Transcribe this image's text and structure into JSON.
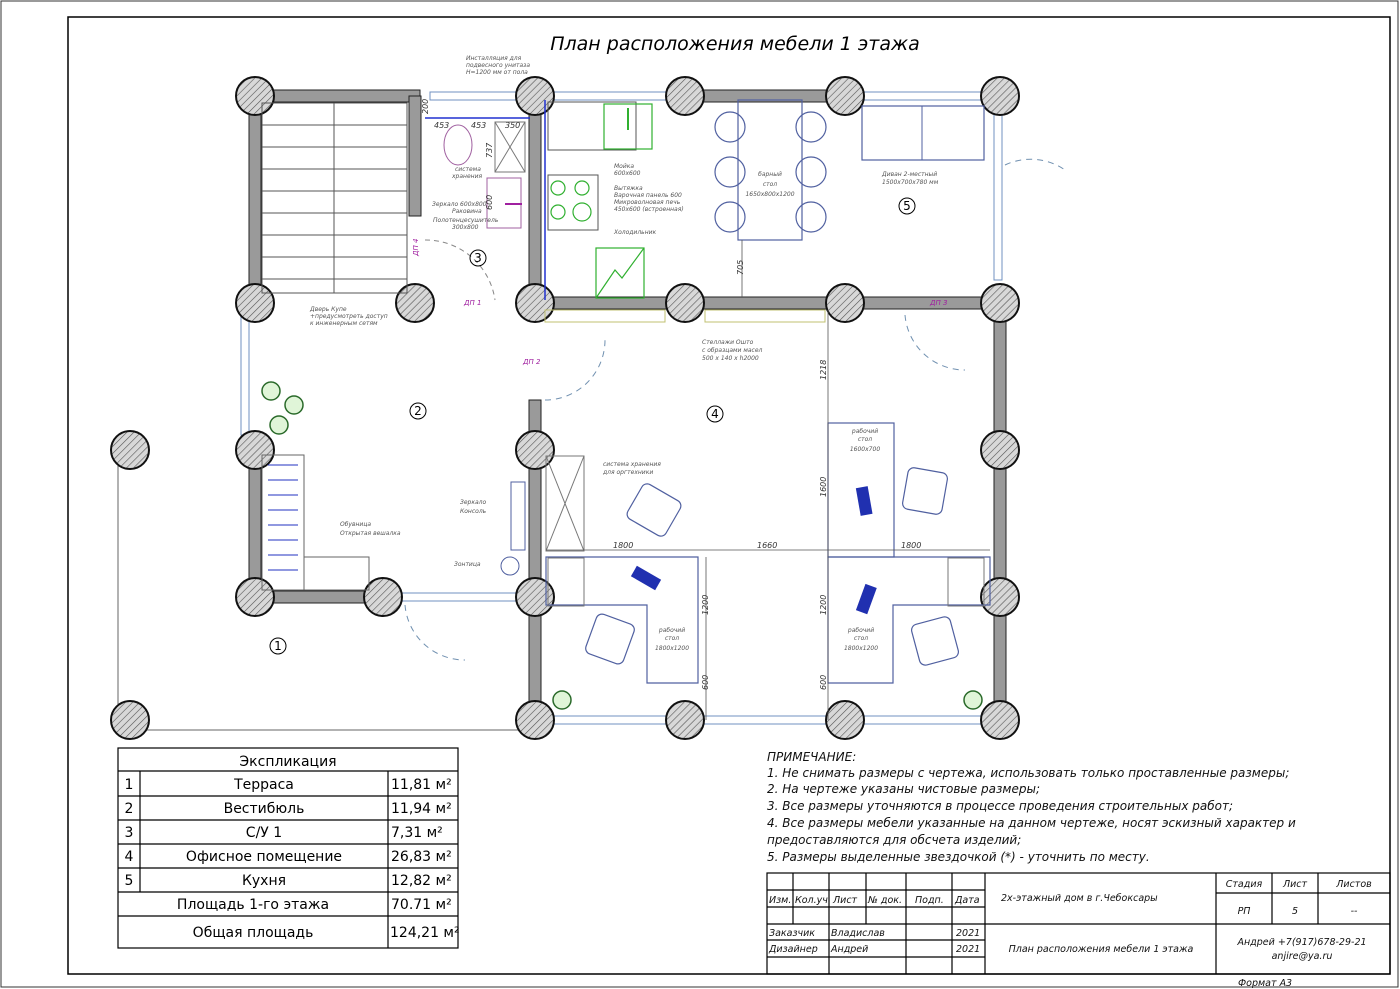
{
  "title": "План расположения мебели 1 этажа",
  "rooms": [
    {
      "num": "1"
    },
    {
      "num": "2"
    },
    {
      "num": "3"
    },
    {
      "num": "4"
    },
    {
      "num": "5"
    }
  ],
  "labels": {
    "installation": [
      "Инсталляция для",
      "подвесного унитаза",
      "Н=1200 мм от пола"
    ],
    "storage_bath": [
      "система",
      "хранения"
    ],
    "mirror_bath": [
      "Зеркало 600х800",
      "Раковина"
    ],
    "towel": [
      "Полотенцесушитель",
      "300х800"
    ],
    "sink": [
      "Мойка",
      "600х600"
    ],
    "hob": [
      "Вытяжка",
      "Варочная панель 600",
      "Микроволновая печь",
      "450х600 (встроенная)"
    ],
    "fridge": "Холодильник",
    "bar_table": [
      "барный",
      "стол",
      "1650х800х1200"
    ],
    "sofa": [
      "Диван 2-местный",
      "1500х700х780 мм"
    ],
    "door_kupe": [
      "Дверь Купе",
      "+предусмотреть доступ",
      "к инженерным сетям"
    ],
    "shelves": [
      "Стеллажи Ошто",
      "с образцами масел",
      "500 х 140 х h2000"
    ],
    "storage_office": [
      "система хранения",
      "для оргтехники"
    ],
    "mirror_console": [
      "Зеркало",
      "Консоль"
    ],
    "umbrella": "Зонтица",
    "shoes": [
      "Обувница",
      "Открытая вешалка"
    ],
    "desk_1600": [
      "рабочий",
      "стол",
      "1600х700"
    ],
    "desk_1800": [
      "рабочий",
      "стол",
      "1800х1200"
    ],
    "dp1": "ДП 1",
    "dp2": "ДП 2",
    "dp3": "ДП 3",
    "dp4": "ДП 4"
  },
  "dimensions": {
    "d200": "200",
    "d453a": "453",
    "d453b": "453",
    "d350": "350",
    "d737": "737",
    "d600": "600",
    "d705": "705",
    "d1218": "1218",
    "d1600": "1600",
    "d1800a": "1800",
    "d1660": "1660",
    "d1800b": "1800",
    "d1200a": "1200",
    "d1200b": "1200",
    "d600a": "600",
    "d600b": "600"
  },
  "explication": {
    "header": "Экспликация",
    "rows": [
      {
        "n": "1",
        "name": "Терраса",
        "area": "11,81 м²"
      },
      {
        "n": "2",
        "name": "Вестибюль",
        "area": "11,94 м²"
      },
      {
        "n": "3",
        "name": "С/У 1",
        "area": "7,31 м²"
      },
      {
        "n": "4",
        "name": "Офисное помещение",
        "area": "26,83 м²"
      },
      {
        "n": "5",
        "name": "Кухня",
        "area": "12,82 м²"
      }
    ],
    "total1_label": "Площадь 1-го этажа",
    "total1": "70.71 м²",
    "total2_label": "Общая площадь",
    "total2": "124,21 м²"
  },
  "notes": {
    "header": "ПРИМЕЧАНИЕ:",
    "items": [
      "1. Не снимать размеры с чертежа, использовать только проставленные размеры;",
      "2. На чертеже указаны чистовые размеры;",
      "3. Все размеры уточняются в процессе проведения строительных работ;",
      "4. Все размеры мебели указанные на данном чертеже, носят эскизный характер и",
      "предоставляются для обсчета изделий;",
      "5. Размеры выделенные звездочкой (*) - уточнить по месту."
    ]
  },
  "title_block": {
    "cols": [
      "Изм.",
      "Кол.уч.",
      "Лист",
      "№ док.",
      "Подп.",
      "Дата"
    ],
    "project": "2х-этажный дом в г.Чебоксары",
    "sheet_title": "План расположения мебели 1 этажа",
    "stage_label": "Стадия",
    "sheet_label": "Лист",
    "sheets_label": "Листов",
    "stage": "РП",
    "sheet": "5",
    "sheets": "--",
    "customer_label": "Заказчик",
    "customer": "Владислав",
    "customer_year": "2021",
    "designer_label": "Дизайнер",
    "designer": "Андрей",
    "designer_year": "2021",
    "contact": "Андрей +7(917)678-29-21",
    "email": "anjire@ya.ru",
    "format": "Формат А3"
  }
}
